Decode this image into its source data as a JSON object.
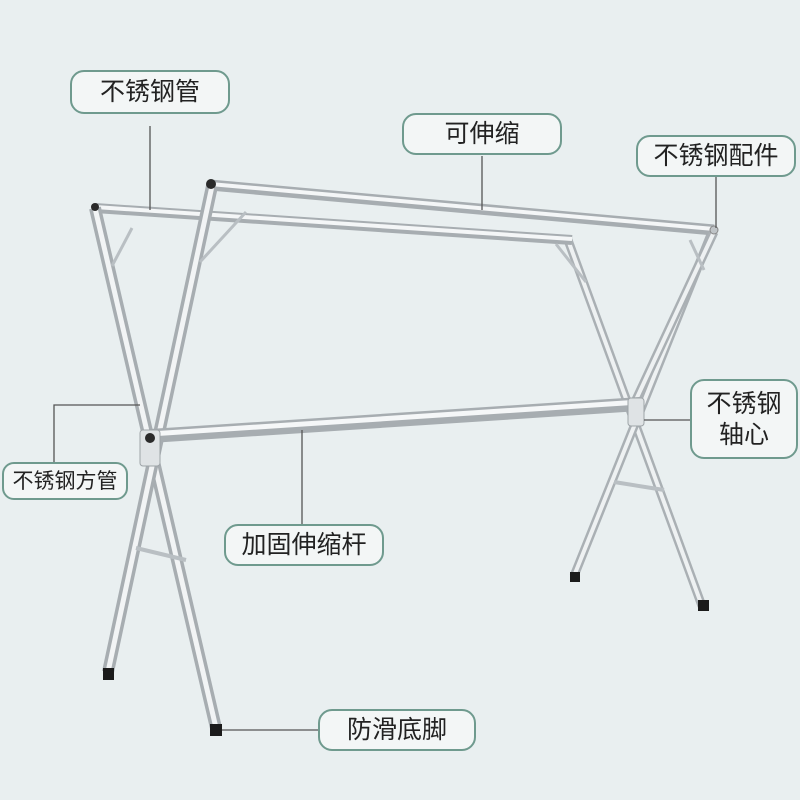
{
  "labels": {
    "steel_tube_top": "不锈钢管",
    "telescopic": "可伸缩",
    "steel_fittings": "不锈钢配件",
    "steel_axis_line1": "不锈钢",
    "steel_axis_line2": "轴心",
    "square_tube": "不锈钢方管",
    "reinforced_rod": "加固伸缩杆",
    "antislip_feet": "防滑底脚"
  },
  "colors": {
    "background": "#e9eff0",
    "label_border": "#6f9a8e",
    "steel": "#d8dcdf",
    "feet": "#1b1b1b"
  }
}
